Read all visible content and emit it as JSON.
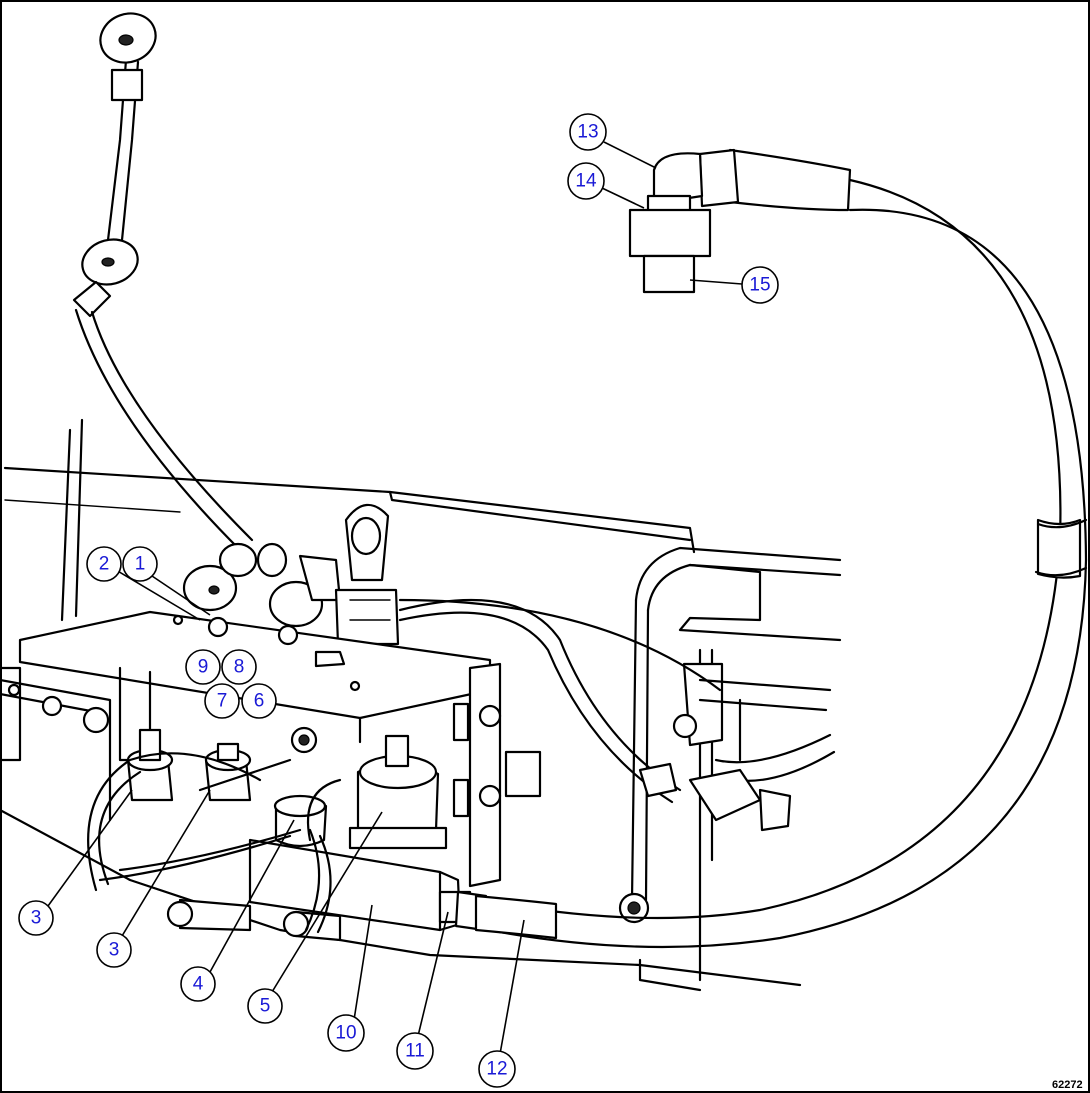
{
  "figure_id": "62272",
  "colors": {
    "line": "#000000",
    "callout_text": "#1a1ad6",
    "background": "#ffffff"
  },
  "callouts": [
    {
      "label": "1"
    },
    {
      "label": "2"
    },
    {
      "label": "3"
    },
    {
      "label": "3"
    },
    {
      "label": "4"
    },
    {
      "label": "5"
    },
    {
      "label": "6"
    },
    {
      "label": "7"
    },
    {
      "label": "8"
    },
    {
      "label": "9"
    },
    {
      "label": "10"
    },
    {
      "label": "11"
    },
    {
      "label": "12"
    },
    {
      "label": "13"
    },
    {
      "label": "14"
    },
    {
      "label": "15"
    }
  ]
}
